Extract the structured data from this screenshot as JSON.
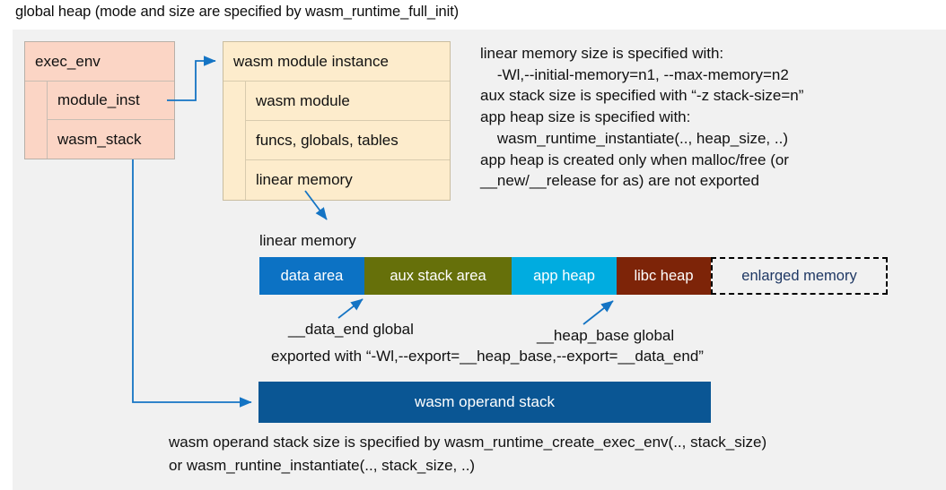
{
  "title": "global heap (mode and size are specified by wasm_runtime_full_init)",
  "colors": {
    "panel_bg": "#f1f1f1",
    "exec_env_fill": "#fbd5c5",
    "module_instance_fill": "#fdeccc",
    "arrow": "#1474c4",
    "data_area": "#0c72c4",
    "aux_stack_area": "#66700a",
    "app_heap": "#00ace0",
    "libc_heap": "#7d2408",
    "enlarged_memory_text": "#1f3864",
    "operand_stack": "#0a5694"
  },
  "exec_env": {
    "header": "exec_env",
    "rows": [
      {
        "label": "module_inst"
      },
      {
        "label": "wasm_stack"
      }
    ]
  },
  "module_instance": {
    "header": "wasm module instance",
    "rows": [
      {
        "label": "wasm module"
      },
      {
        "label": "funcs, globals, tables"
      },
      {
        "label": "linear memory"
      }
    ]
  },
  "notes": "linear memory size is specified with:\n    -Wl,--initial-memory=n1, --max-memory=n2\naux stack size is specified with “-z stack-size=n”\napp heap size is specified with:\n    wasm_runtime_instantiate(.., heap_size, ..)\napp heap is created only when malloc/free (or\n__new/__release for as) are not exported",
  "linear_memory": {
    "label": "linear memory",
    "segments": [
      {
        "label": "data area",
        "color": "#0c72c4",
        "width": 117
      },
      {
        "label": "aux stack area",
        "color": "#66700a",
        "width": 164
      },
      {
        "label": "app heap",
        "color": "#00ace0",
        "width": 117
      },
      {
        "label": "libc heap",
        "color": "#7d2408",
        "width": 105
      },
      {
        "label": "enlarged memory",
        "color": "#f1f1f1",
        "width": 197,
        "dashed": true
      }
    ]
  },
  "callouts": {
    "data_end": "__data_end global",
    "heap_base": "__heap_base global",
    "exported_with": "exported with “-Wl,--export=__heap_base,--export=__data_end”"
  },
  "operand_stack": {
    "label": "wasm operand stack"
  },
  "bottom_notes": "wasm operand stack size is specified by wasm_runtime_create_exec_env(.., stack_size)\nor wasm_runtine_instantiate(.., stack_size, ..)"
}
